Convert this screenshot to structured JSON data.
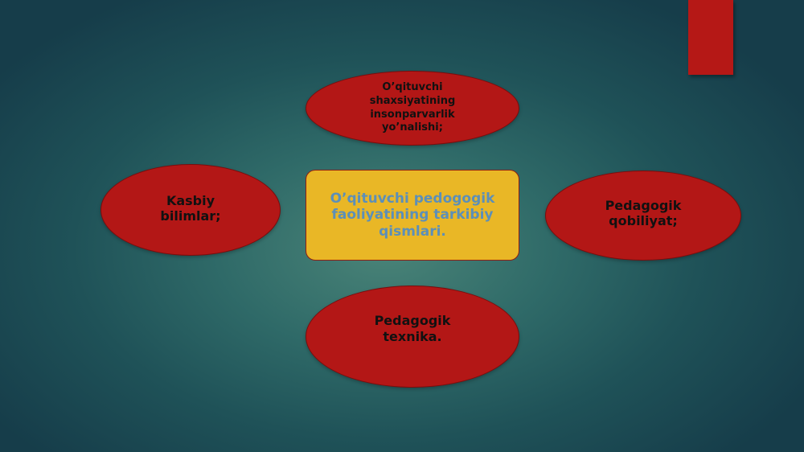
{
  "diagram": {
    "center_label": "O’qituvchi pedogogik\nfaoliyatining tarkibiy\nqismlari.",
    "top_label": "O’qituvchi\nshaxsiyatining\ninsonparvarlik\nyo’nalishi;",
    "left_label": "Kasbiy\nbilimlar;",
    "right_label": "Pedagogik\nqobiliyat;",
    "bottom_label": "Pedagogik\ntexnika."
  },
  "colors": {
    "ellipse_fill": "#b31716",
    "center_fill": "#e9b726",
    "center_text": "#5c8fb8",
    "accent_tab": "#b51816",
    "background": "#2f6a68"
  }
}
